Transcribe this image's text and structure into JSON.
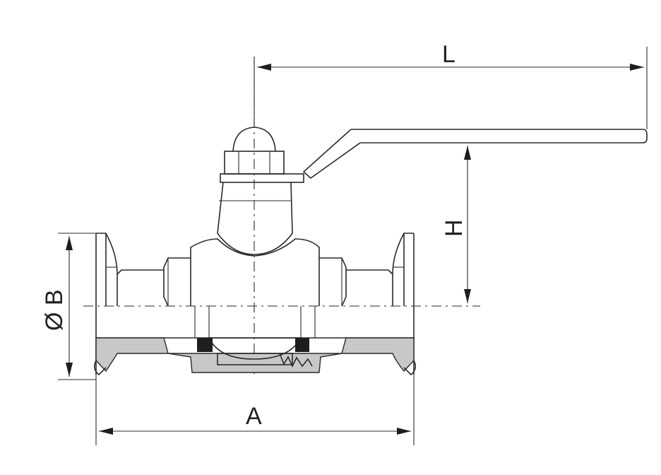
{
  "labels": {
    "length_handle": "L",
    "height": "H",
    "diameter": "Ø B",
    "face_to_face": "A"
  },
  "colors": {
    "line": "#2a2a2a",
    "hatch": "#c8c8c8",
    "background": "#ffffff"
  }
}
